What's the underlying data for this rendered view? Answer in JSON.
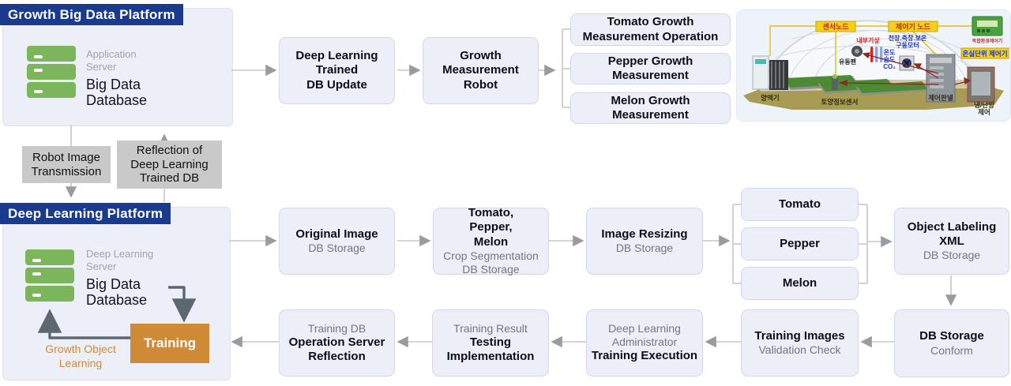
{
  "growth_platform": {
    "title": "Growth Big Data Platform",
    "server_role": "Application\nServer",
    "server_name": "Big Data\nDatabase"
  },
  "deep_platform": {
    "title": "Deep Learning Platform",
    "server_role": "Deep Learning\nServer",
    "server_name": "Big Data\nDatabase",
    "training": "Training",
    "loop_label": "Growth Object\nLearning"
  },
  "links": {
    "robot_transmission": "Robot Image\nTransmission",
    "reflection": "Reflection of\nDeep Learning\nTrained DB"
  },
  "top_flow": {
    "db_update": "Deep Learning\nTrained\nDB Update",
    "robot": "Growth\nMeasurement\nRobot",
    "outputs": [
      "Tomato Growth\nMeasurement Operation",
      "Pepper Growth\nMeasurement",
      "Melon Growth\nMeasurement"
    ]
  },
  "mid_flow": {
    "original": {
      "strong": "Original Image",
      "muted": "DB Storage"
    },
    "crop_seg": {
      "strong": "Tomato,\nPepper,\nMelon",
      "muted": "Crop Segmentation\nDB Storage"
    },
    "resizing": {
      "strong": "Image Resizing",
      "muted": "DB Storage"
    },
    "crops": [
      "Tomato",
      "Pepper",
      "Melon"
    ],
    "labeling": {
      "strong": "Object Labeling\nXML",
      "muted": "DB Storage"
    }
  },
  "bottom_flow": {
    "conform": {
      "strong": "DB Storage",
      "muted": "Conform"
    },
    "validation": {
      "strong": "Training Images",
      "muted": "Validation Check"
    },
    "execution": {
      "muted": "Deep Learning\nAdministrator",
      "strong": "Training Execution"
    },
    "testing": {
      "muted": "Training Result",
      "strong": "Testing\nImplementation"
    },
    "reflection": {
      "muted": "Training DB",
      "strong": "Operation Server\nReflection"
    }
  },
  "greenhouse": {
    "sensor_node": "센서노드",
    "controller_node": "제어기 노드",
    "complex_controller": "복합환경제어기",
    "unit_controller": "온실단위 제어기",
    "internal_weather": "내부기상",
    "motor_line1": "천장.측창.보온",
    "motor_line2": "구동모터",
    "temperature": "온도",
    "humidity": "습도",
    "co2": "CO₂",
    "fan": "유동팬",
    "nutrient": "양액기",
    "soil_sensor": "토양정보센서",
    "control_panel": "제어판넬",
    "hvac_line1": "냉/난방",
    "hvac_line2": "제어"
  },
  "colors": {
    "navy": "#1a3a8e",
    "orange": "#cf8a38",
    "green": "#7cb65b",
    "box_fill": "#edeff8",
    "chip_gray": "#c9c9c9",
    "arrow_gray": "#9a9aa2",
    "arrow_dark": "#5c6770"
  }
}
